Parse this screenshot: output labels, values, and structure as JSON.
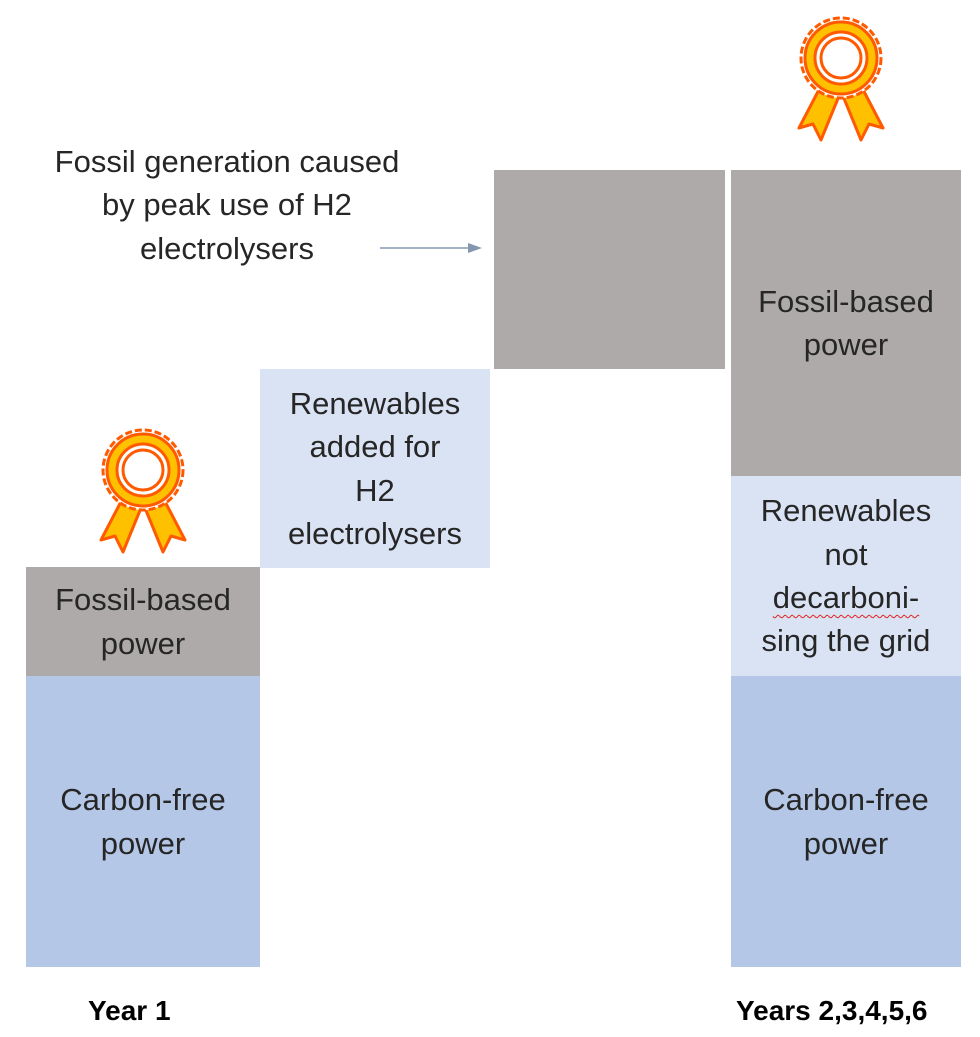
{
  "annotation": {
    "text": "Fossil generation caused\nby peak use of H2\nelectrolysers"
  },
  "year1": {
    "label": "Year 1",
    "fossil": "Fossil-based\npower",
    "carbon_free": "Carbon-free\npower"
  },
  "middle": {
    "renewables": "Renewables\nadded for\nH2\nelectrolysers"
  },
  "years_later": {
    "label": "Years 2,3,4,5,6",
    "fossil": "Fossil-based\npower",
    "renewables_line1": "Renewables",
    "renewables_line2": "not",
    "renewables_line3": "decarboni-",
    "renewables_line4": "sing the grid",
    "carbon_free": "Carbon-free\npower"
  },
  "colors": {
    "carbon_free": "#b4c7e7",
    "fossil": "#aeaaaa",
    "renewables": "#dae3f3",
    "medal_orange": "#ff5a00",
    "medal_gold": "#ffc000",
    "arrow": "#8497b0"
  },
  "icons": {
    "award": "award-ribbon-icon"
  }
}
